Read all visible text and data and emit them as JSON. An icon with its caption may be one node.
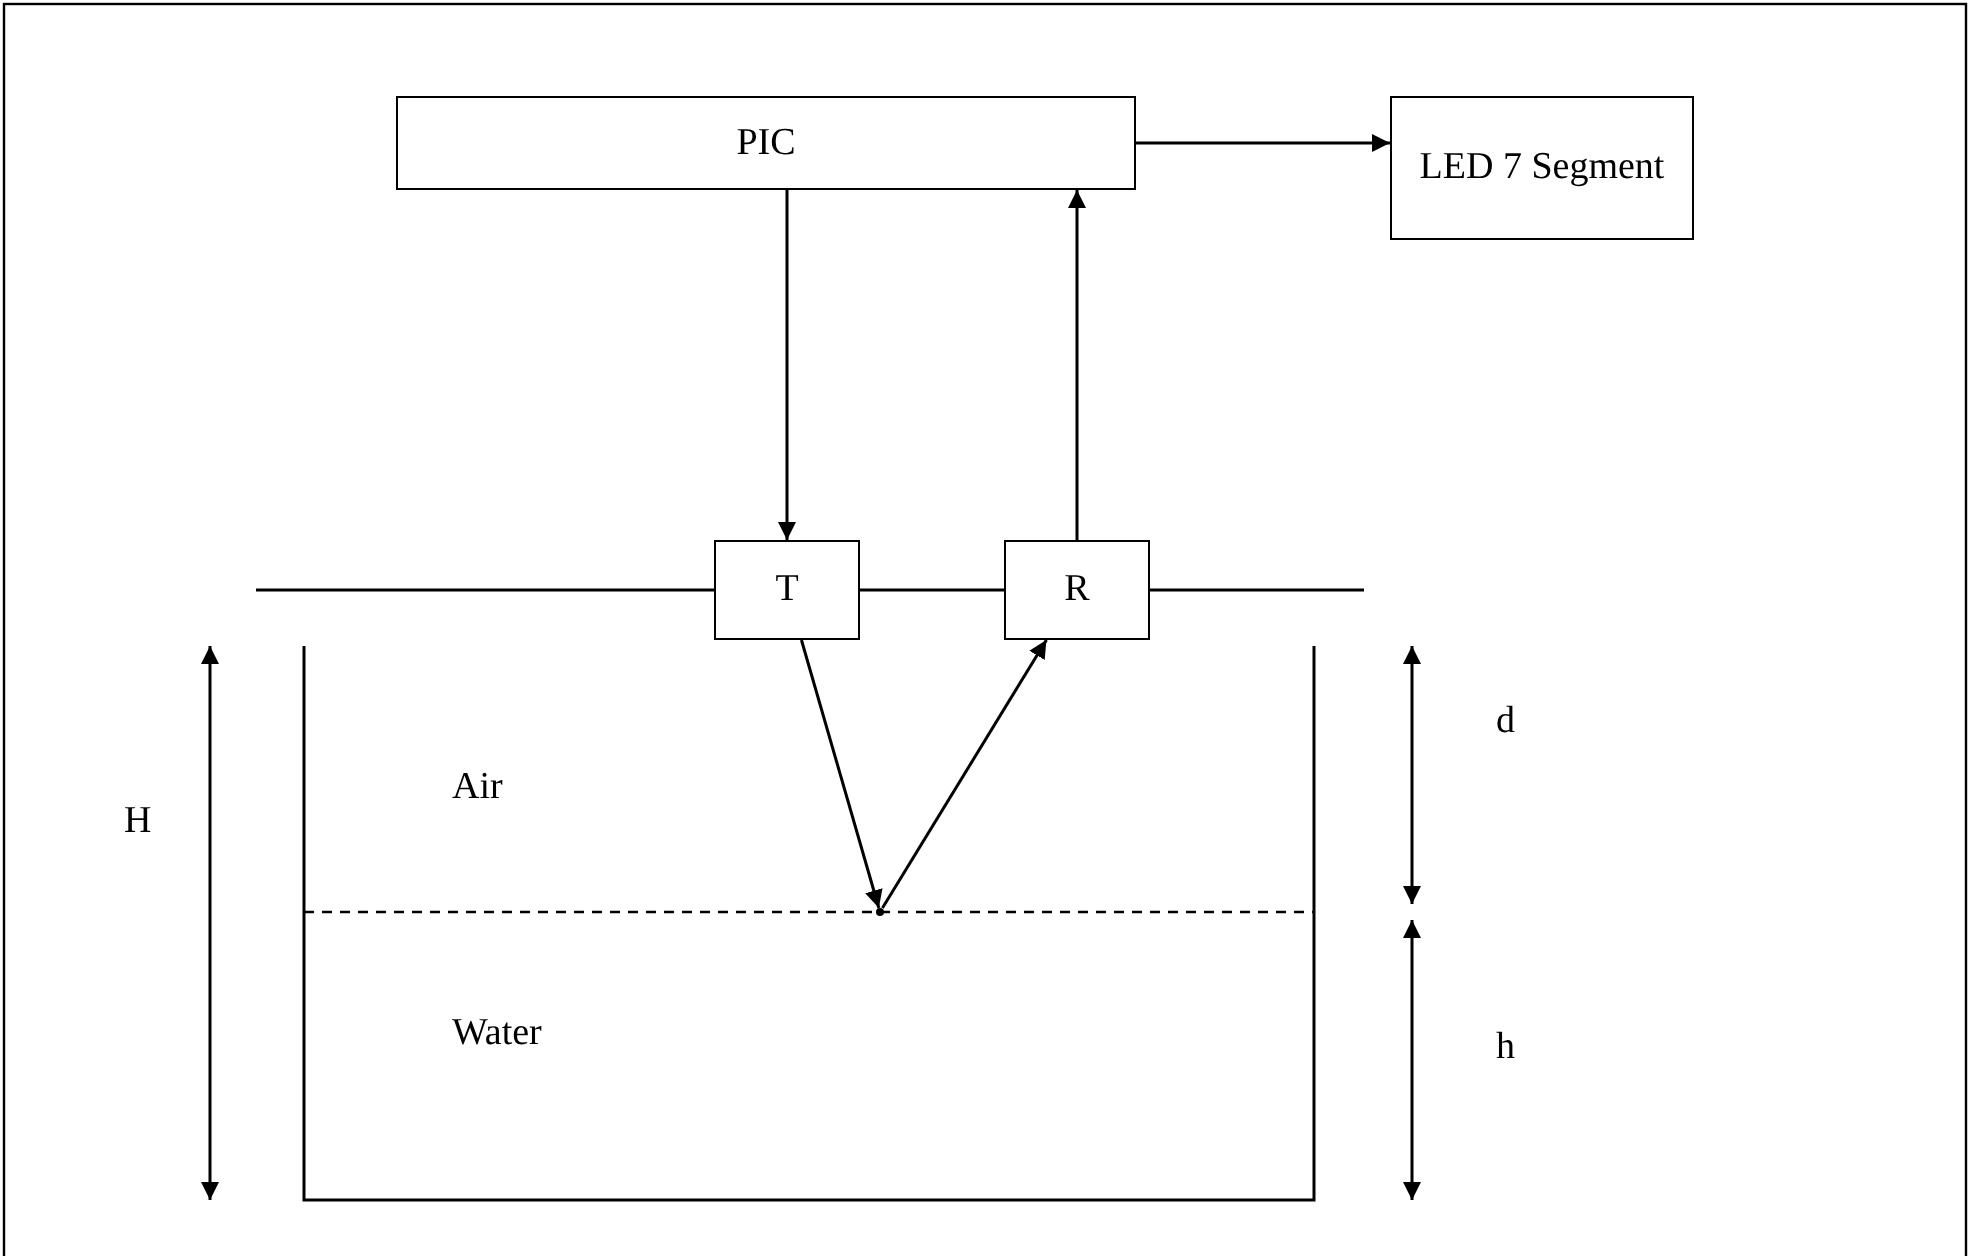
{
  "diagram": {
    "nodes": [
      {
        "text": [
          "PIC"
        ]
      },
      {
        "text": [
          "LED 7 Segment"
        ]
      },
      {
        "text": [
          "T"
        ]
      },
      {
        "text": [
          "R"
        ]
      },
      {
        "text": [],
        "shape": "point"
      }
    ],
    "edges": [
      {
        "from": 0,
        "to": 1,
        "arrow": "to"
      },
      {
        "from": 0,
        "to": 2,
        "arrow": "to"
      },
      {
        "from": 3,
        "to": 0,
        "arrow": "to"
      },
      {
        "from": 2,
        "to": 3,
        "arrow": "none"
      },
      {
        "from": 2,
        "to": 4,
        "arrow": "to"
      },
      {
        "from": 4,
        "to": 3,
        "arrow": "to"
      }
    ],
    "labels": [
      "H",
      "Air",
      "d",
      "Water",
      "h"
    ]
  }
}
